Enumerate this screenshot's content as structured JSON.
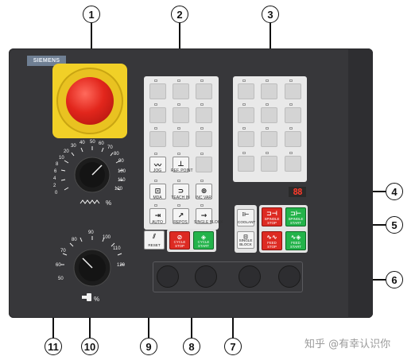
{
  "callouts": [
    "1",
    "2",
    "3",
    "4",
    "5",
    "6",
    "7",
    "8",
    "9",
    "10",
    "11"
  ],
  "brand": "SIEMENS",
  "feed_dial": {
    "ticks": [
      "0",
      "2",
      "4",
      "6",
      "8",
      "10",
      "20",
      "30",
      "40",
      "50",
      "60",
      "70",
      "80",
      "90",
      "100",
      "110",
      "120"
    ],
    "unit": "%"
  },
  "spindle_dial": {
    "ticks": [
      "50",
      "60",
      "70",
      "80",
      "90",
      "100",
      "110",
      "120"
    ],
    "unit": "%"
  },
  "mode_keys": {
    "jog": "JOG",
    "ref_point": "REF. POINT",
    "mdi": "MDA",
    "teach_in": "TEACH IN",
    "inc": "INC VAR",
    "auto": "AUTO",
    "repos": "REPOS",
    "single_block": "SINGLE BLOCK"
  },
  "function_keys": {
    "reset": "RESET",
    "cycle_stop": "CYCLE STOP",
    "cycle_start": "CYCLE START",
    "spindle_stop": "SPINDLE STOP",
    "spindle_start": "SPINDLE START",
    "feed_stop": "FEED STOP",
    "feed_start": "FEED START",
    "coolant": "COOLANT",
    "single_block": "SINGLE BLOCK"
  },
  "display": "88",
  "watermark": "知乎 @有幸认识你"
}
